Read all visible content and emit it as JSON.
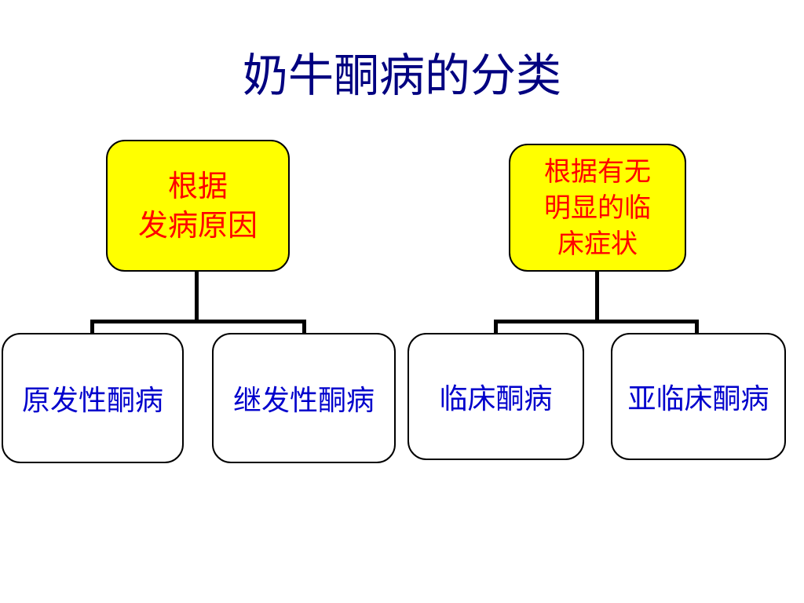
{
  "title": "奶牛酮病的分类",
  "groups": [
    {
      "root": "根据\n发病原因",
      "children": [
        "原发性酮病",
        "继发性酮病"
      ]
    },
    {
      "root": "根据有无\n明显的临\n床症状",
      "children": [
        "临床酮病",
        "亚临床酮病"
      ]
    }
  ],
  "colors": {
    "title": "#000080",
    "root_fill": "#ffff00",
    "root_text": "#ff0000",
    "leaf_text": "#0000cc",
    "border": "#000000"
  }
}
